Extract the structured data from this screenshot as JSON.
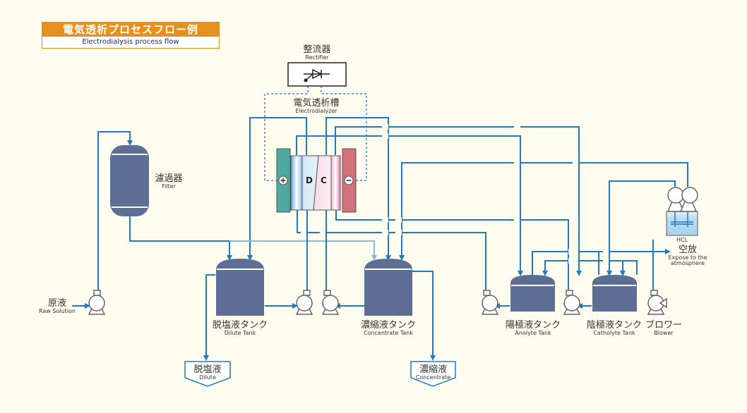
{
  "title": {
    "jp": "電気透析プロセスフロー例",
    "en": "Electrodialysis process flow"
  },
  "colors": {
    "background": "#fefcee",
    "title_orange": "#e8901e",
    "pipe": "#1f7ac2",
    "pipe_light": "#8ab8de",
    "signal_dotted": "#6ea0d4",
    "tank": "#5c6e93",
    "anode": "#4fa9a0",
    "cathode": "#d4707a"
  },
  "components": {
    "rectifier": {
      "jp": "整流器",
      "en": "Rectifier",
      "icon": "thyristor-icon"
    },
    "electrodialyzer": {
      "jp": "電気透析槽",
      "en": "Electrodialyzer",
      "dilute_cell": "D",
      "concentrate_cell": "C",
      "anode_symbol": "+",
      "cathode_symbol": "−"
    },
    "filter": {
      "jp": "濾過器",
      "en": "Filter"
    },
    "raw_solution": {
      "jp": "原液",
      "en": "Raw Solution"
    },
    "dilute_tank": {
      "jp": "脱塩液タンク",
      "en": "Dilute Tank"
    },
    "concentrate_tank": {
      "jp": "濃縮液タンク",
      "en": "Concentrate Tank"
    },
    "anolyte_tank": {
      "jp": "陽極液タンク",
      "en": "Anolyte Tank"
    },
    "catholyte_tank": {
      "jp": "陰極液タンク",
      "en": "Catholyte Tank"
    },
    "blower": {
      "jp": "ブロワー",
      "en": "Blower"
    },
    "hcl": {
      "label": "HCL"
    },
    "vent": {
      "jp": "空放",
      "en": "Expose to the atmosphere"
    },
    "dilute_out": {
      "jp": "脱塩液",
      "en": "Dilute"
    },
    "concentrate_out": {
      "jp": "濃縮液",
      "en": "Concentrate"
    }
  }
}
